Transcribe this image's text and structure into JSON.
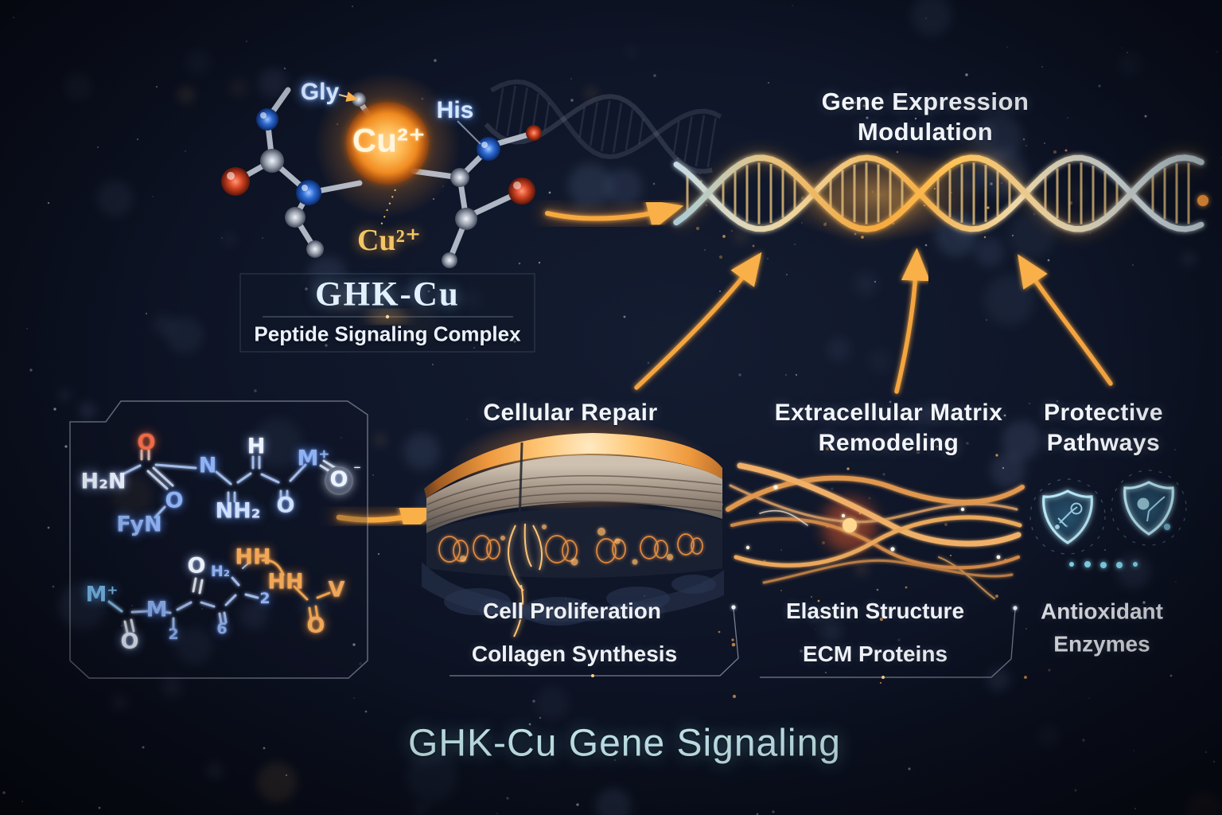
{
  "molecule_panel": {
    "gly": "Gly",
    "his": "His",
    "cu_center": "Cu²⁺",
    "cu_below": "Cu²⁺",
    "title": "GHK-Cu",
    "subtitle": "Peptide Signaling Complex"
  },
  "gene_expression": {
    "line1": "Gene Expression",
    "line2": "Modulation"
  },
  "chem_structure": {
    "labels": {
      "o_top": "O",
      "h2n": "H₂N",
      "n": "N",
      "h": "H",
      "m_top": "M⁺",
      "o_ring": "O",
      "o_ring_sup": "⁻",
      "o_mid": "O",
      "fyn": "FyN",
      "nh2": "NH₂",
      "o_right": "O",
      "m_bottom": "M⁺",
      "o_bottom_left": "O",
      "m_mid": "M",
      "num_2": "2",
      "o_carbonyl": "O",
      "h2": "H₂",
      "hh_top": "HH",
      "hh_mid": "HH",
      "num_z": "2",
      "num_6": "6",
      "v": "V",
      "o_orange": "O"
    }
  },
  "sections": {
    "cellular_repair": {
      "title": "Cellular Repair",
      "items": [
        "Cell Proliferation",
        "Collagen Synthesis"
      ]
    },
    "ecm": {
      "title_line1": "Extracellular Matrix",
      "title_line2": "Remodeling",
      "items": [
        "Elastin Structure",
        "ECM Proteins"
      ]
    },
    "protective": {
      "title_line1": "Protective",
      "title_line2": "Pathways",
      "items": [
        "Antioxidant Enzymes"
      ]
    }
  },
  "footer": {
    "title": "GHK-Cu Gene Signaling"
  },
  "icons": {
    "shield_left": "shield-antioxidant-icon",
    "shield_right": "shield-enzyme-icon"
  },
  "colors": {
    "accent_orange": "#f6a845",
    "dna_gold": "#f0b050",
    "glow_blue": "#8fb2f2",
    "shield_cyan": "#9fdef0",
    "footer_cyan": "#c9ecf1",
    "copper": "#ffb14a"
  }
}
